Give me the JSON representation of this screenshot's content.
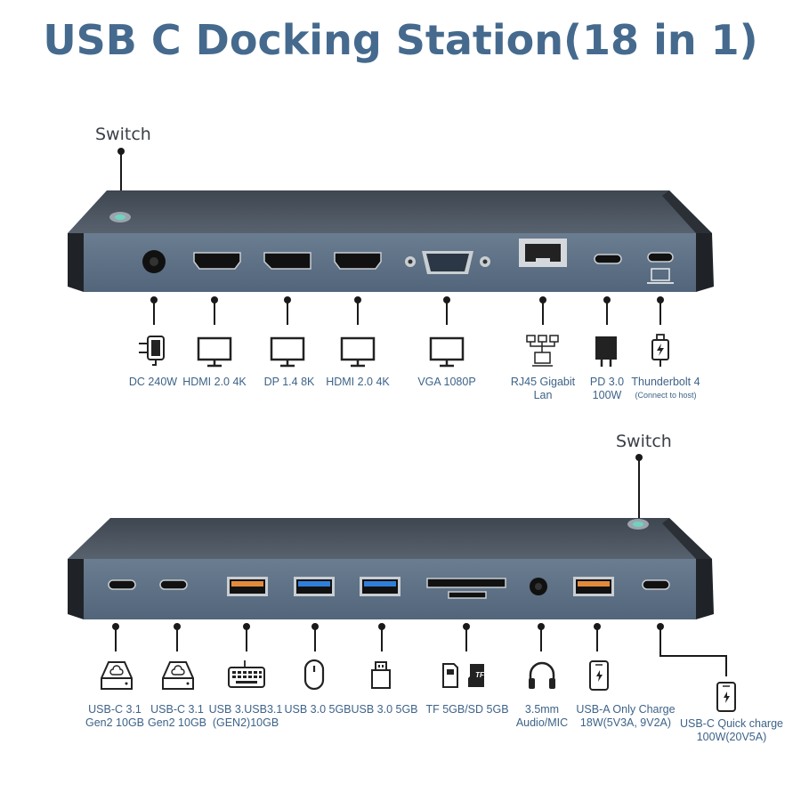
{
  "title": "USB C Docking Station(18 in 1)",
  "top_panel": {
    "switch_label": "Switch",
    "ports": [
      {
        "icon": "power-adapter-icon",
        "label": "DC 240W"
      },
      {
        "icon": "monitor-icon",
        "label": "HDMI 2.0 4K"
      },
      {
        "icon": "monitor-icon",
        "label": "DP 1.4 8K"
      },
      {
        "icon": "monitor-icon",
        "label": "HDMI 2.0 4K"
      },
      {
        "icon": "monitor-icon",
        "label": "VGA 1080P"
      },
      {
        "icon": "network-icon",
        "label_line1": "RJ45 Gigabit",
        "label_line2": "Lan"
      },
      {
        "icon": "charger-icon",
        "label_line1": "PD 3.0",
        "label_line2": "100W"
      },
      {
        "icon": "thunderbolt-icon",
        "label_line1": "Thunderbolt 4",
        "label_line2": "(Connect to host)"
      }
    ]
  },
  "bottom_panel": {
    "switch_label": "Switch",
    "ports": [
      {
        "icon": "drive-icon",
        "label_line1": "USB-C 3.1",
        "label_line2": "Gen2 10GB"
      },
      {
        "icon": "drive-icon",
        "label_line1": "USB-C 3.1",
        "label_line2": "Gen2 10GB"
      },
      {
        "icon": "keyboard-icon",
        "label_line1": "USB 3.USB3.1",
        "label_line2": "(GEN2)10GB"
      },
      {
        "icon": "mouse-icon",
        "label": "USB 3.0 5GB"
      },
      {
        "icon": "usb-drive-icon",
        "label": "USB 3.0 5GB"
      },
      {
        "icon": "sd-card-icon",
        "label": "TF 5GB/SD 5GB"
      },
      {
        "icon": "headphones-icon",
        "label_line1": "3.5mm",
        "label_line2": "Audio/MIC"
      },
      {
        "icon": "phone-icon",
        "label_line1": "USB-A Only Charge",
        "label_line2": "18W(5V3A, 9V2A)"
      },
      {
        "icon": "phone-charge-icon",
        "label_line1": "USB-C Quick charge",
        "label_line2": "100W(20V5A)"
      }
    ],
    "tf_badge": "TF"
  },
  "colors": {
    "title": "#456a8e",
    "label": "#3d6388",
    "device_top": "#4a5563",
    "device_front": "#5d7185",
    "usb_blue": "#2f7fd8",
    "usb_orange": "#e28a3c"
  }
}
